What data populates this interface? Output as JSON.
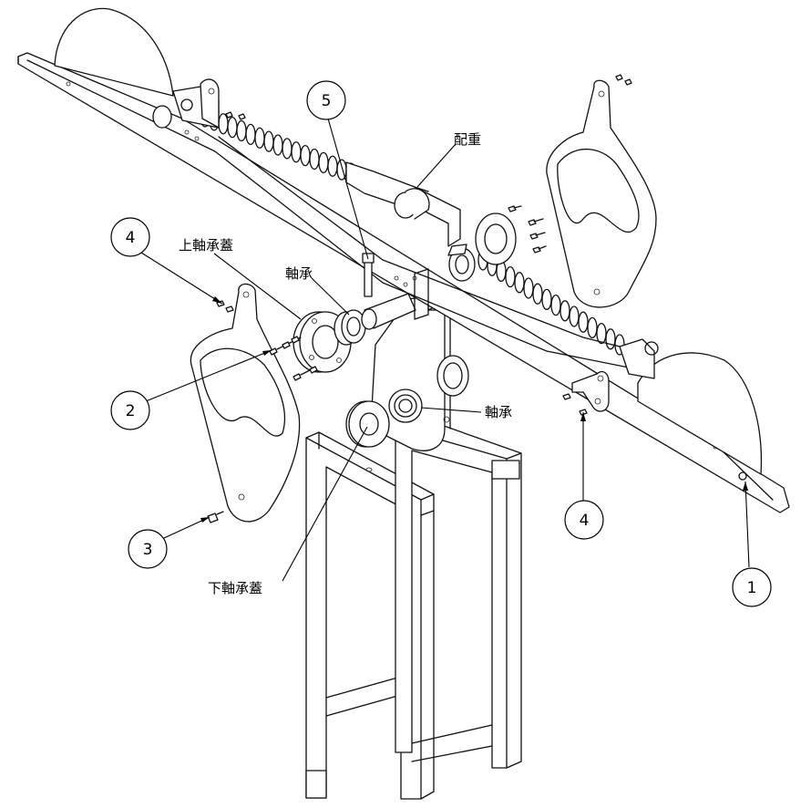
{
  "balloons": {
    "b5": "5",
    "b4_left": "4",
    "b2": "2",
    "b3": "3",
    "b4_right": "4",
    "b1": "1"
  },
  "labels": {
    "counterweight": "配重",
    "upper_bearing_cover": "上軸承蓋",
    "bearing_upper": "軸承",
    "bearing_lower": "軸承",
    "lower_bearing_cover": "下軸承蓋"
  }
}
